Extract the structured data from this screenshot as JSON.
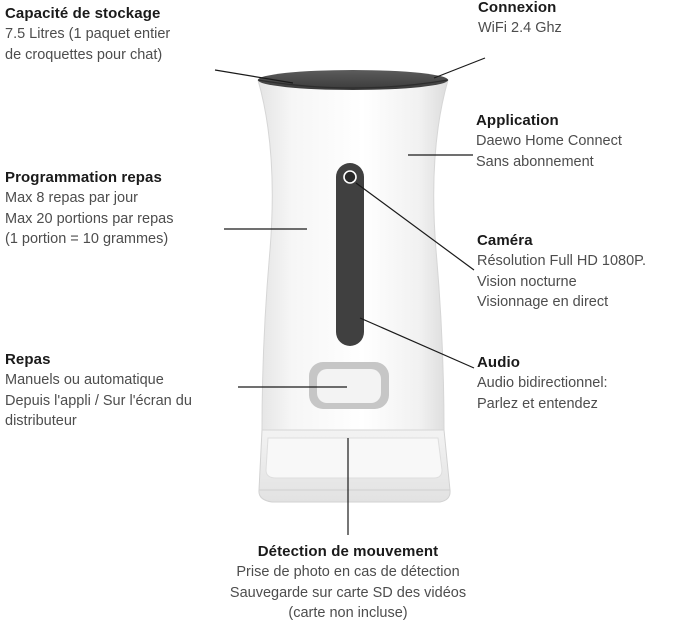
{
  "annotations": {
    "capacite": {
      "title": "Capacité de stockage",
      "lines": [
        "7.5 Litres (1 paquet entier",
        "de croquettes pour chat)"
      ]
    },
    "connexion": {
      "title": "Connexion",
      "lines": [
        "WiFi 2.4 Ghz"
      ]
    },
    "application": {
      "title": "Application",
      "lines": [
        "Daewo Home Connect",
        "Sans abonnement"
      ]
    },
    "programmation": {
      "title": "Programmation repas",
      "lines": [
        "Max 8 repas par jour",
        "Max 20 portions par repas",
        "(1 portion = 10 grammes)"
      ]
    },
    "camera": {
      "title": "Caméra",
      "lines": [
        "Résolution Full HD 1080P.",
        "Vision nocturne",
        "Visionnage en direct"
      ]
    },
    "repas": {
      "title": "Repas",
      "lines": [
        "Manuels ou automatique",
        "Depuis l'appli / Sur l'écran du",
        "distributeur"
      ]
    },
    "audio": {
      "title": "Audio",
      "lines": [
        "Audio bidirectionnel:",
        "Parlez et entendez"
      ]
    },
    "detection": {
      "title": "Détection de mouvement",
      "lines": [
        "Prise de photo en cas de détection",
        "Sauvegarde sur carte SD des vidéos",
        "(carte non incluse)"
      ]
    }
  }
}
